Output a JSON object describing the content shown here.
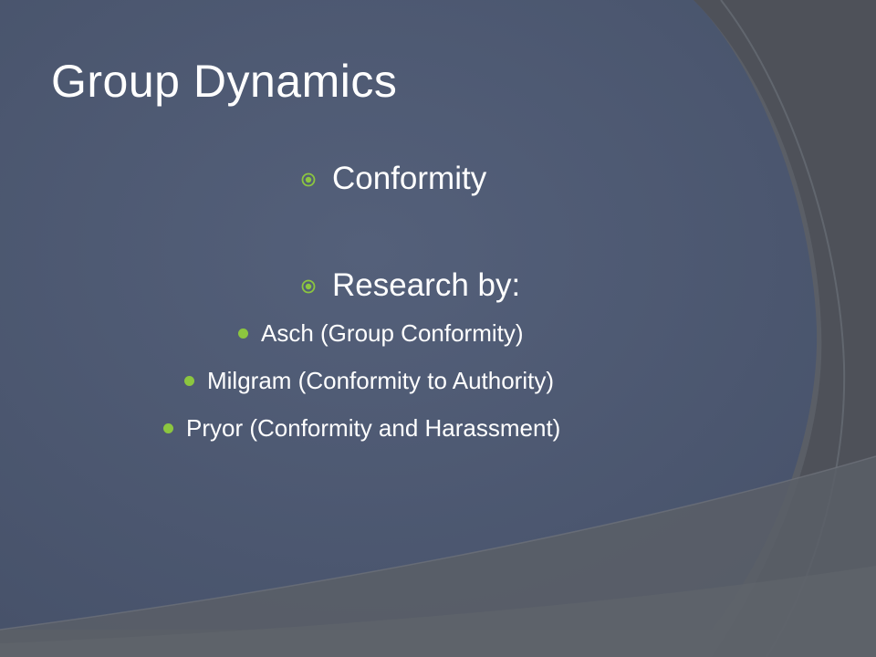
{
  "slide": {
    "title": "Group Dynamics",
    "bullets": [
      {
        "text": "Conformity"
      },
      {
        "text": "Research by:"
      }
    ],
    "sub_bullets": [
      {
        "text": "Asch (Group Conformity)"
      },
      {
        "text": "Milgram (Conformity to Authority)"
      },
      {
        "text": "Pryor (Conformity and Harassment)"
      }
    ]
  },
  "colors": {
    "background": "#4f5660",
    "bullet_accent": "#8cc63f",
    "text": "#ffffff"
  },
  "icons": {
    "level1_bullet": "circled-ring-bullet-icon",
    "level2_bullet": "green-dot-bullet-icon"
  }
}
